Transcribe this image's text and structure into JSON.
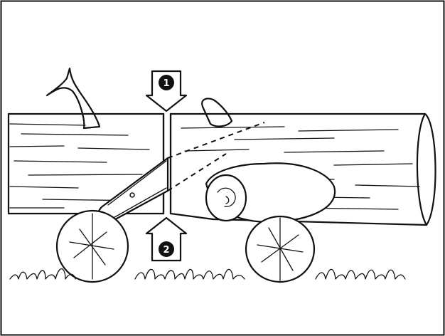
{
  "figure": {
    "markers": [
      {
        "id": "1",
        "label": "1",
        "direction": "down",
        "meaning": "top-cut"
      },
      {
        "id": "2",
        "label": "2",
        "direction": "up",
        "meaning": "bottom-cut"
      }
    ],
    "colors": {
      "ink": "#111111",
      "paper": "#ffffff",
      "badge": "#111111"
    }
  }
}
